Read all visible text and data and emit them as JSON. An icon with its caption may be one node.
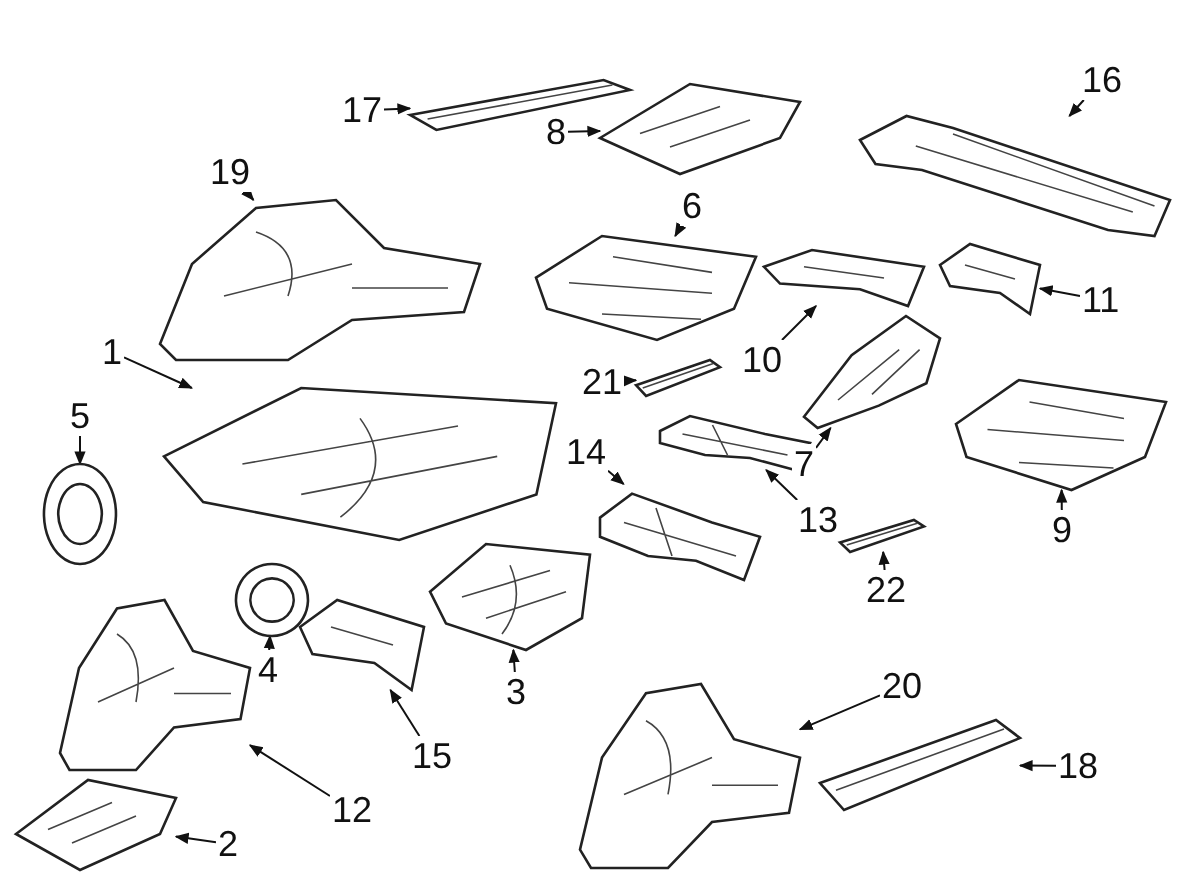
{
  "diagram": {
    "nodes": [
      {
        "text": [
          "16"
        ]
      },
      {
        "text": [],
        "shape": "picture"
      },
      {
        "text": [
          "17"
        ]
      },
      {
        "text": [],
        "shape": "picture"
      },
      {
        "text": [
          "8"
        ]
      },
      {
        "text": [],
        "shape": "picture"
      },
      {
        "text": [
          "19"
        ]
      },
      {
        "text": [],
        "shape": "picture"
      },
      {
        "text": [
          "6"
        ]
      },
      {
        "text": [],
        "shape": "picture"
      },
      {
        "text": [
          "11"
        ]
      },
      {
        "text": [],
        "shape": "picture"
      },
      {
        "text": [
          "10"
        ]
      },
      {
        "text": [],
        "shape": "picture"
      },
      {
        "text": [
          "21"
        ]
      },
      {
        "text": [],
        "shape": "picture"
      },
      {
        "text": [
          "1"
        ]
      },
      {
        "text": [],
        "shape": "picture"
      },
      {
        "text": [
          "5"
        ]
      },
      {
        "text": [],
        "shape": "picture"
      },
      {
        "text": [
          "7"
        ]
      },
      {
        "text": [],
        "shape": "picture"
      },
      {
        "text": [
          "14"
        ]
      },
      {
        "text": [],
        "shape": "picture"
      },
      {
        "text": [
          "9"
        ]
      },
      {
        "text": [],
        "shape": "picture"
      },
      {
        "text": [
          "4"
        ]
      },
      {
        "text": [],
        "shape": "picture"
      },
      {
        "text": [
          "13"
        ]
      },
      {
        "text": [],
        "shape": "picture"
      },
      {
        "text": [
          "22"
        ]
      },
      {
        "text": [],
        "shape": "picture"
      },
      {
        "text": [
          "3"
        ]
      },
      {
        "text": [],
        "shape": "picture"
      },
      {
        "text": [
          "20"
        ]
      },
      {
        "text": [],
        "shape": "picture"
      },
      {
        "text": [
          "15"
        ]
      },
      {
        "text": [],
        "shape": "picture"
      },
      {
        "text": [
          "18"
        ]
      },
      {
        "text": [],
        "shape": "picture"
      },
      {
        "text": [
          "12"
        ]
      },
      {
        "text": [],
        "shape": "picture"
      },
      {
        "text": [
          "2"
        ]
      },
      {
        "text": [],
        "shape": "picture"
      }
    ],
    "edges": [
      {
        "from": 0,
        "to": 1,
        "arrow": "to"
      },
      {
        "from": 2,
        "to": 3,
        "arrow": "to"
      },
      {
        "from": 4,
        "to": 5,
        "arrow": "to"
      },
      {
        "from": 6,
        "to": 7,
        "arrow": "to"
      },
      {
        "from": 8,
        "to": 9,
        "arrow": "to"
      },
      {
        "from": 10,
        "to": 11,
        "arrow": "to"
      },
      {
        "from": 12,
        "to": 13,
        "arrow": "to"
      },
      {
        "from": 14,
        "to": 15,
        "arrow": "to"
      },
      {
        "from": 16,
        "to": 17,
        "arrow": "to"
      },
      {
        "from": 18,
        "to": 19,
        "arrow": "to"
      },
      {
        "from": 20,
        "to": 21,
        "arrow": "to"
      },
      {
        "from": 22,
        "to": 23,
        "arrow": "to"
      },
      {
        "from": 24,
        "to": 25,
        "arrow": "to"
      },
      {
        "from": 26,
        "to": 27,
        "arrow": "to"
      },
      {
        "from": 28,
        "to": 29,
        "arrow": "to"
      },
      {
        "from": 30,
        "to": 31,
        "arrow": "to"
      },
      {
        "from": 32,
        "to": 33,
        "arrow": "to"
      },
      {
        "from": 34,
        "to": 35,
        "arrow": "to"
      },
      {
        "from": 36,
        "to": 37,
        "arrow": "to"
      },
      {
        "from": 38,
        "to": 39,
        "arrow": "to"
      },
      {
        "from": 40,
        "to": 41,
        "arrow": "to"
      },
      {
        "from": 42,
        "to": 43,
        "arrow": "to"
      }
    ]
  }
}
